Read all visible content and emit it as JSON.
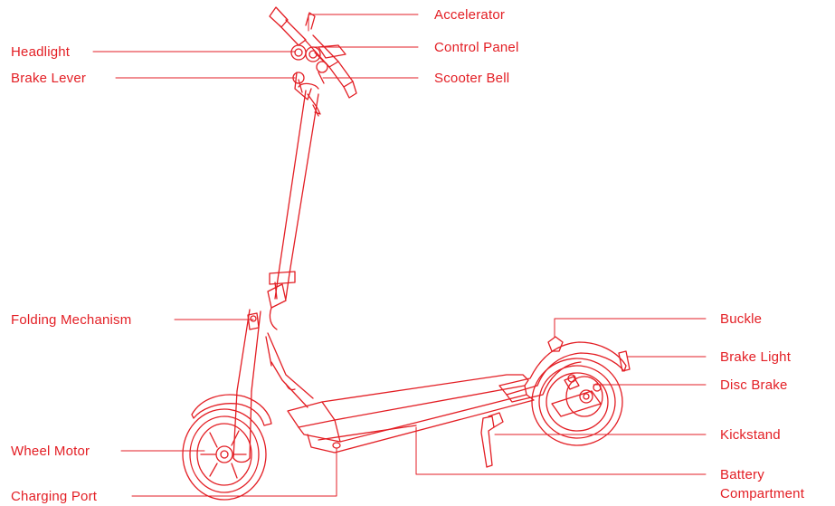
{
  "accent_color": "#e31e24",
  "labels": {
    "accelerator": "Accelerator",
    "control_panel": "Control Panel",
    "scooter_bell": "Scooter Bell",
    "headlight": "Headlight",
    "brake_lever": "Brake Lever",
    "folding_mechanism": "Folding Mechanism",
    "wheel_motor": "Wheel Motor",
    "charging_port": "Charging Port",
    "buckle": "Buckle",
    "brake_light": "Brake Light",
    "disc_brake": "Disc Brake",
    "kickstand": "Kickstand",
    "battery_line1": "Battery",
    "battery_line2": "Compartment"
  }
}
